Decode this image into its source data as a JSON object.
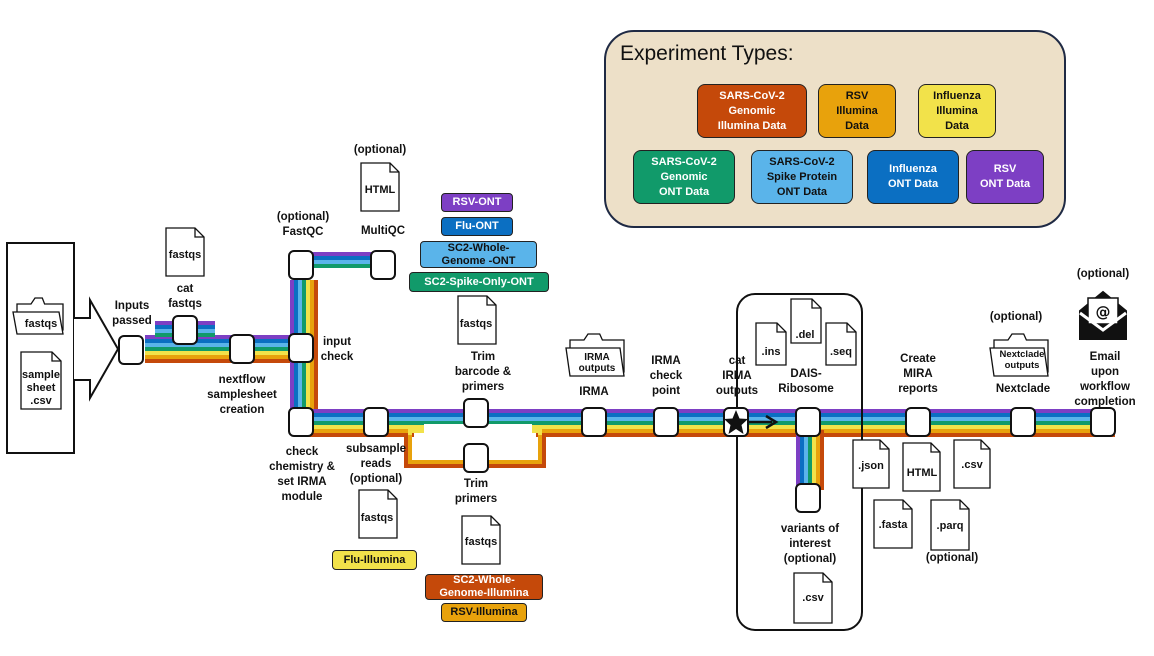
{
  "legend": {
    "title": "Experiment Types:",
    "items": [
      {
        "label": "SARS-CoV-2\nGenomic\nIllumina Data",
        "color": "#c5490a",
        "text_color": "#ffffff"
      },
      {
        "label": "RSV\nIllumina\nData",
        "color": "#e8a20c",
        "text_color": "#111111"
      },
      {
        "label": "Influenza\nIllumina\nData",
        "color": "#f2e24a",
        "text_color": "#111111"
      },
      {
        "label": "SARS-CoV-2\nGenomic\nONT Data",
        "color": "#119a6a",
        "text_color": "#ffffff"
      },
      {
        "label": "SARS-CoV-2\nSpike Protein\nONT Data",
        "color": "#5ab4ea",
        "text_color": "#111111"
      },
      {
        "label": "Influenza\nONT Data",
        "color": "#0b6fc2",
        "text_color": "#ffffff"
      },
      {
        "label": "RSV\nONT Data",
        "color": "#7d3fc4",
        "text_color": "#ffffff"
      }
    ]
  },
  "inputs": {
    "folder_label": "fastqs",
    "file_label": "sample\nsheet\n.csv"
  },
  "steps": {
    "inputs_passed": "Inputs\npassed",
    "cat_fastqs": "cat\nfastqs",
    "nextflow_samplesheet": "nextflow\nsamplesheet\ncreation",
    "fastqc": "(optional)\nFastQC",
    "multiqc": "MultiQC",
    "input_check": "input\ncheck",
    "check_chemistry": "check\nchemistry &\nset IRMA\nmodule",
    "subsample_reads": "subsample\nreads\n(optional)",
    "trim_barcode": "Trim\nbarcode &\nprimers",
    "trim_primers": "Trim\nprimers",
    "irma": "IRMA",
    "irma_checkpoint": "IRMA\ncheck\npoint",
    "cat_irma": "cat\nIRMA\noutputs",
    "dais_ribosome": "DAIS-\nRibosome",
    "variants": "variants of\ninterest\n(optional)",
    "create_mira": "Create\nMIRA\nreports",
    "nextclade": "Nextclade",
    "nextclade_optional": "(optional)",
    "email": "Email upon\nworkflow\ncompletion",
    "email_optional": "(optional)",
    "reports_optional": "(optional)",
    "multiqc_optional": "(optional)"
  },
  "files": {
    "fastqs_cat": "fastqs",
    "html_multiqc": "HTML",
    "fastqs_trim": "fastqs",
    "fastqs_subsample": "fastqs",
    "fastqs_trim_primers": "fastqs",
    "irma_outputs": "IRMA\noutputs",
    "ins": ".ins",
    "del": ".del",
    "seq": ".seq",
    "variants_csv": ".csv",
    "json": ".json",
    "html_report": "HTML",
    "csv_report": ".csv",
    "fasta": ".fasta",
    "parq": ".parq",
    "nextclade_outputs": "Nextclade\noutputs"
  },
  "tags": {
    "rsv_ont": "RSV-ONT",
    "flu_ont": "Flu-ONT",
    "sc2_whole_ont": "SC2-Whole-\nGenome -ONT",
    "sc2_spike_ont": "SC2-Spike-Only-ONT",
    "flu_illumina": "Flu-Illumina",
    "sc2_whole_illumina": "SC2-Whole-\nGenome-Illumina",
    "rsv_illumina": "RSV-Illumina"
  },
  "colors": {
    "rsv_ont": "#7d3fc4",
    "flu_ont": "#0b6fc2",
    "sc2_spike_ont": "#5ab4ea",
    "sc2_whole_ont": "#119a6a",
    "flu_illumina": "#f2e24a",
    "rsv_illumina": "#e8a20c",
    "sc2_illumina": "#c5490a"
  }
}
